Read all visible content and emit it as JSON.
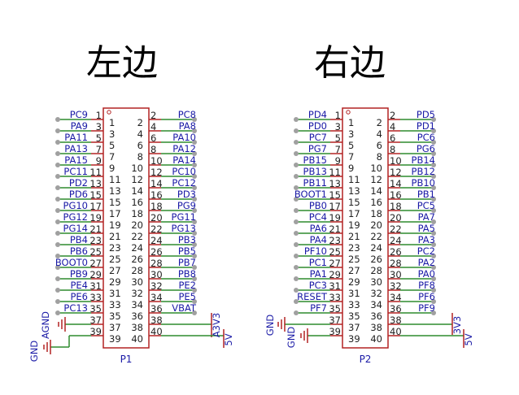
{
  "titles": {
    "left": "左边",
    "right": "右边"
  },
  "connectors": [
    {
      "designator": "P1",
      "left_signals": [
        "PC9",
        "PA9",
        "PA11",
        "PA13",
        "PA15",
        "PC11",
        "PD2",
        "PD6",
        "PG10",
        "PG12",
        "PG14",
        "PB4",
        "PB6",
        "BOOT0",
        "PB9",
        "PE4",
        "PE6",
        "PC13"
      ],
      "right_signals": [
        "PC8",
        "PA8",
        "PA10",
        "PA12",
        "PA14",
        "PC10",
        "PC12",
        "PD3",
        "PG9",
        "PG11",
        "PG13",
        "PB3",
        "PB5",
        "PB7",
        "PB8",
        "PE2",
        "PE5",
        "VBAT"
      ],
      "ground_labels": [
        "AGND",
        "GND"
      ],
      "power_labels": [
        "A3V3",
        "5V"
      ]
    },
    {
      "designator": "P2",
      "left_signals": [
        "PD4",
        "PD0",
        "PC7",
        "PG7",
        "PB15",
        "PB13",
        "PB11",
        "BOOT1",
        "PB0",
        "PC4",
        "PA6",
        "PA4",
        "PF10",
        "PC1",
        "PA1",
        "PC3",
        "RESET",
        "PF7"
      ],
      "right_signals": [
        "PD5",
        "PD1",
        "PC6",
        "PG6",
        "PB14",
        "PB12",
        "PB10",
        "PB1",
        "PC5",
        "PA7",
        "PA5",
        "PA3",
        "PC2",
        "PA2",
        "PA0",
        "PF8",
        "PF6",
        "PF9"
      ],
      "ground_labels": [
        "GND",
        "GND"
      ],
      "power_labels": [
        "3V3",
        "5V"
      ]
    }
  ],
  "colors": {
    "body": "#b22222",
    "wire": "#2e8b2e",
    "label": "#1a1aa6",
    "pinDot": "#a0a0a0"
  }
}
